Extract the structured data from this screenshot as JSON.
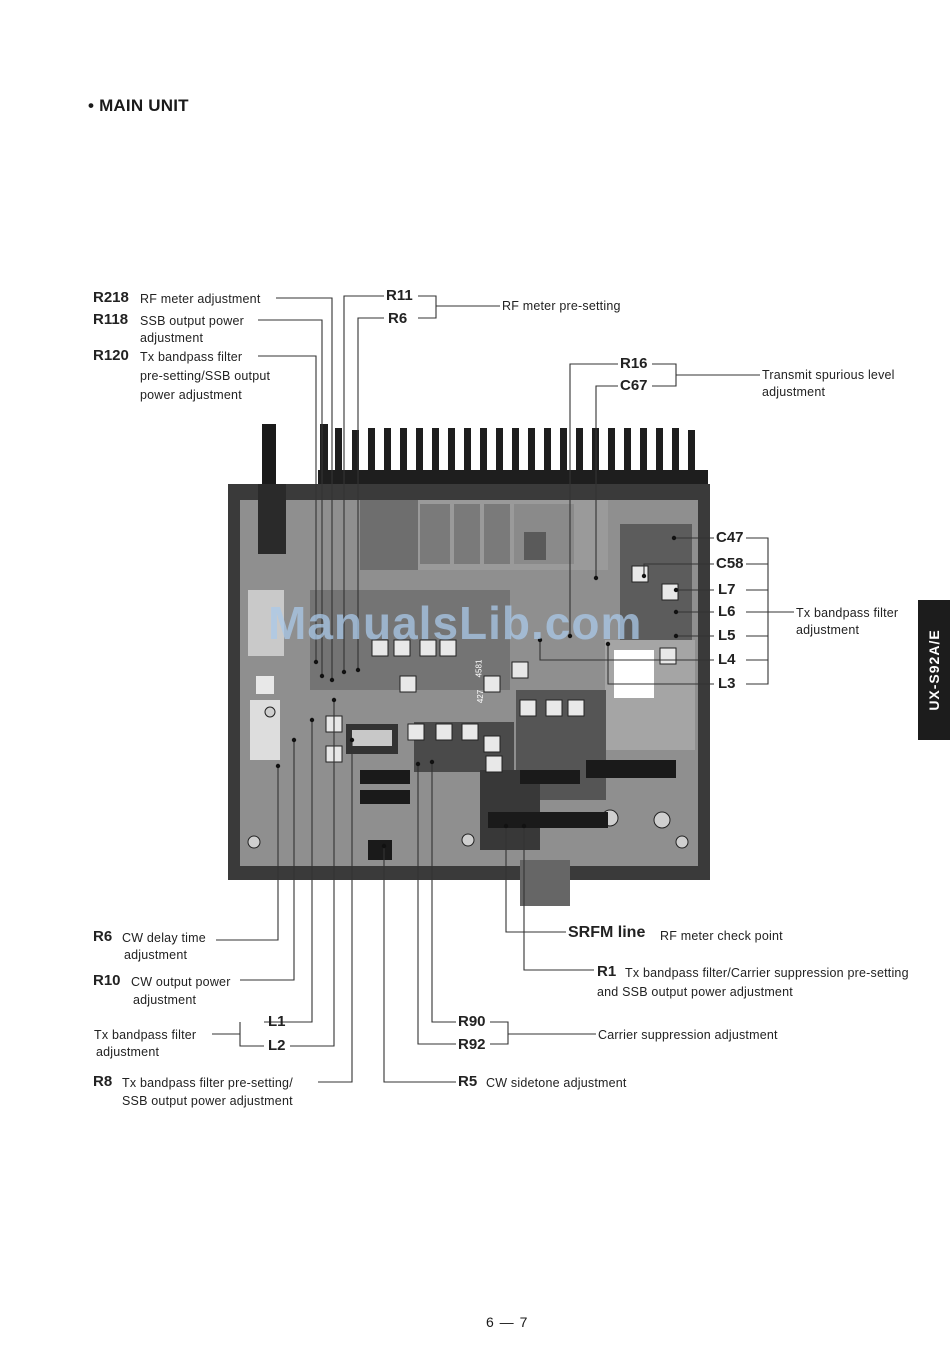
{
  "section_title": "• MAIN UNIT",
  "side_tab": "UX-S92A/E",
  "page_number": "6 — 7",
  "watermark": "ManualsLib.com",
  "callouts": {
    "r218": {
      "ref": "R218",
      "desc": "RF meter adjustment"
    },
    "r118": {
      "ref": "R118",
      "desc1": "SSB output power",
      "desc2": "adjustment"
    },
    "r120": {
      "ref": "R120",
      "desc1": "Tx bandpass filter",
      "desc2": "pre-setting/SSB output",
      "desc3": "power adjustment"
    },
    "r11": {
      "ref": "R11"
    },
    "r6_top": {
      "ref": "R6"
    },
    "rf_meter_presetting": "RF meter pre-setting",
    "r16": {
      "ref": "R16"
    },
    "c67": {
      "ref": "C67"
    },
    "transmit_spurious": {
      "desc1": "Transmit spurious level",
      "desc2": "adjustment"
    },
    "c47": {
      "ref": "C47"
    },
    "c58": {
      "ref": "C58"
    },
    "l7": {
      "ref": "L7"
    },
    "l6": {
      "ref": "L6"
    },
    "l5": {
      "ref": "L5"
    },
    "l4": {
      "ref": "L4"
    },
    "l3": {
      "ref": "L3"
    },
    "tx_bpf_right": {
      "desc1": "Tx bandpass filter",
      "desc2": "adjustment"
    },
    "r6_bottom": {
      "ref": "R6",
      "desc1": "CW delay time",
      "desc2": "adjustment"
    },
    "r10": {
      "ref": "R10",
      "desc1": "CW output power",
      "desc2": "adjustment"
    },
    "tx_bpf_left": {
      "desc1": "Tx bandpass filter",
      "desc2": "adjustment"
    },
    "l1": {
      "ref": "L1"
    },
    "l2": {
      "ref": "L2"
    },
    "r8": {
      "ref": "R8",
      "desc1": "Tx bandpass filter pre-setting/",
      "desc2": "SSB output power adjustment"
    },
    "srfm": {
      "ref": "SRFM line",
      "desc": "RF meter check point"
    },
    "r1": {
      "ref": "R1",
      "desc1": "Tx bandpass filter/Carrier suppression pre-setting",
      "desc2": "and SSB output power adjustment"
    },
    "r90": {
      "ref": "R90"
    },
    "r92": {
      "ref": "R92"
    },
    "carrier_suppression": "Carrier suppression adjustment",
    "r5": {
      "ref": "R5",
      "desc": "CW sidetone adjustment"
    }
  },
  "board_labels": {
    "chip1": "4581",
    "chip2": "427"
  }
}
